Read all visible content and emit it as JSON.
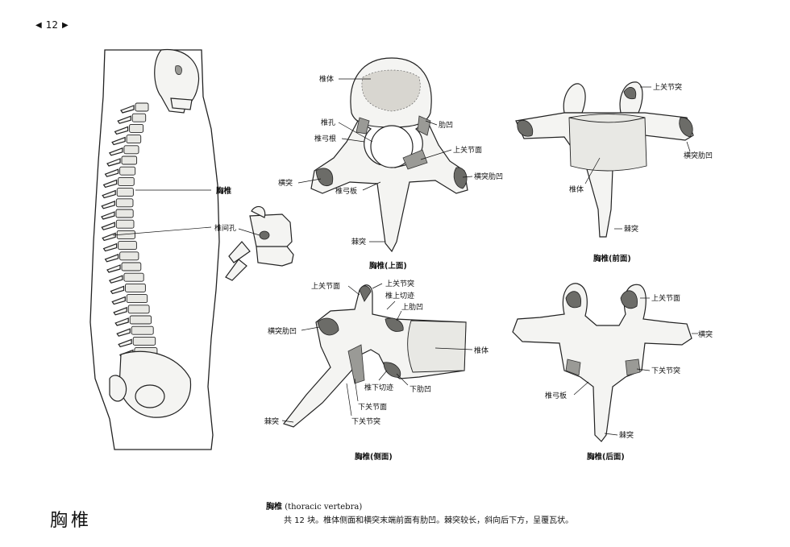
{
  "page": {
    "number": "12",
    "prev_icon": "triangle-left-icon",
    "next_icon": "triangle-right-icon"
  },
  "figure": {
    "whole_spine": {
      "labels": {
        "thoracic_vertebra": "胸椎",
        "intervertebral_foramen": "椎间孔"
      }
    },
    "superior": {
      "title": "胸椎(上面)",
      "labels": {
        "vertebral_body": "椎体",
        "vertebral_foramen": "椎孔",
        "pedicle": "椎弓根",
        "costal_fovea": "肋凹",
        "superior_articular_surface": "上关节面",
        "transverse_process": "横突",
        "lamina": "椎弓板",
        "transverse_costal_fovea": "横突肋凹",
        "spinous_process": "棘突"
      }
    },
    "anterior": {
      "title": "胸椎(前面)",
      "labels": {
        "superior_articular_process": "上关节突",
        "transverse_costal_fovea": "横突肋凹",
        "vertebral_body": "椎体",
        "spinous_process": "棘突"
      }
    },
    "lateral": {
      "title": "胸椎(侧面)",
      "labels": {
        "superior_articular_surface": "上关节面",
        "superior_articular_process": "上关节突",
        "superior_vertebral_notch": "椎上切迹",
        "superior_costal_fovea": "上肋凹",
        "transverse_costal_fovea": "横突肋凹",
        "vertebral_body": "椎体",
        "inferior_vertebral_notch": "椎下切迹",
        "inferior_costal_fovea": "下肋凹",
        "inferior_articular_surface": "下关节面",
        "inferior_articular_process": "下关节突",
        "spinous_process": "棘突"
      }
    },
    "posterior": {
      "title": "胸椎(后面)",
      "labels": {
        "superior_articular_surface": "上关节面",
        "transverse_process": "横突",
        "inferior_articular_process": "下关节突",
        "lamina": "椎弓板",
        "spinous_process": "棘突"
      }
    }
  },
  "section_title": "胸椎",
  "caption": {
    "term": "胸椎",
    "latin": "(thoracic  vertebra)",
    "description": "共 12 块。椎体侧面和横突末端前面有肋凹。棘突较长，斜向后下方，呈覆瓦状。"
  }
}
